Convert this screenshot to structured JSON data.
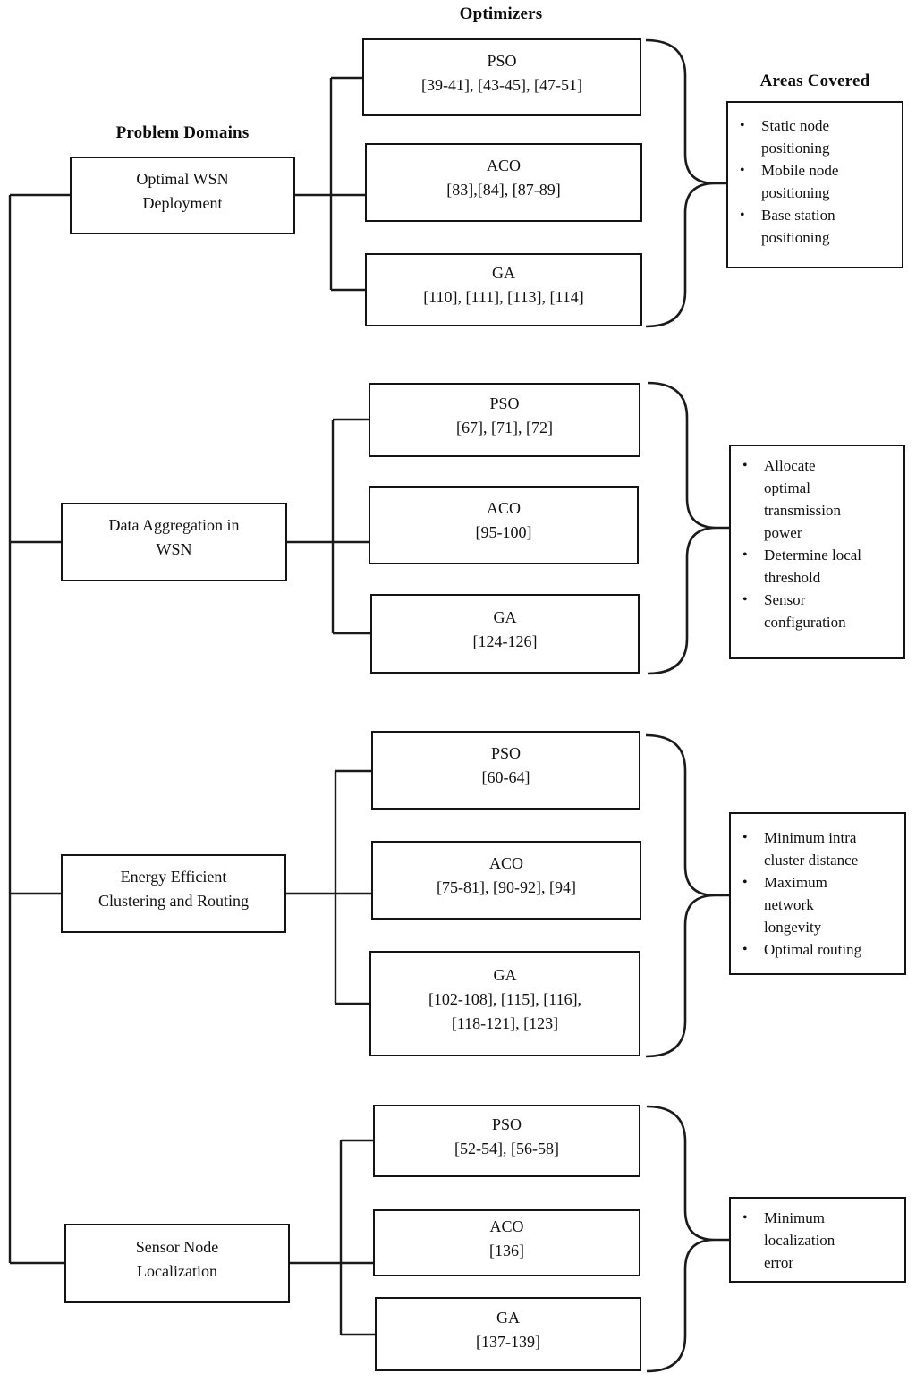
{
  "headers": {
    "optimizers": "Optimizers",
    "problem_domains": "Problem Domains",
    "areas_covered": "Areas Covered"
  },
  "colors": {
    "line": "#1a1a1a",
    "text": "#111111",
    "background": "#ffffff"
  },
  "groups": [
    {
      "domain": {
        "text": "Optimal WSN Deployment",
        "lines": [
          "Optimal WSN",
          "Deployment"
        ]
      },
      "optimizers": [
        {
          "name": "PSO",
          "refs": "[39-41], [43-45], [47-51]"
        },
        {
          "name": "ACO",
          "refs": "[83],[84], [87-89]"
        },
        {
          "name": "GA",
          "refs": "[110], [111], [113], [114]"
        }
      ],
      "areas": [
        {
          "text": "Static node positioning",
          "lines": [
            "Static node",
            "positioning"
          ]
        },
        {
          "text": "Mobile node positioning",
          "lines": [
            "Mobile node",
            "positioning"
          ]
        },
        {
          "text": "Base station positioning",
          "lines": [
            "Base station",
            "positioning"
          ]
        }
      ]
    },
    {
      "domain": {
        "text": "Data Aggregation in WSN",
        "lines": [
          "Data Aggregation in",
          "WSN"
        ]
      },
      "optimizers": [
        {
          "name": "PSO",
          "refs": "[67], [71], [72]"
        },
        {
          "name": "ACO",
          "refs": "[95-100]"
        },
        {
          "name": "GA",
          "refs": "[124-126]"
        }
      ],
      "areas": [
        {
          "text": "Allocate optimal transmission power",
          "lines": [
            "Allocate",
            "optimal",
            "transmission",
            "power"
          ]
        },
        {
          "text": "Determine local threshold",
          "lines": [
            "Determine local",
            "threshold"
          ]
        },
        {
          "text": "Sensor configuration",
          "lines": [
            "Sensor",
            "configuration"
          ]
        }
      ]
    },
    {
      "domain": {
        "text": "Energy Efficient Clustering and Routing",
        "lines": [
          "Energy Efficient",
          "Clustering and Routing"
        ]
      },
      "optimizers": [
        {
          "name": "PSO",
          "refs": "[60-64]"
        },
        {
          "name": "ACO",
          "refs": "[75-81], [90-92], [94]"
        },
        {
          "name": "GA",
          "refs": "[102-108], [115], [116], [118-121], [123]",
          "refs_lines": [
            "[102-108], [115], [116],",
            "[118-121], [123]"
          ]
        }
      ],
      "areas": [
        {
          "text": "Minimum intra cluster distance",
          "lines": [
            "Minimum intra",
            "cluster distance"
          ]
        },
        {
          "text": "Maximum network longevity",
          "lines": [
            "Maximum",
            "network",
            "longevity"
          ]
        },
        {
          "text": "Optimal routing",
          "lines": [
            "Optimal routing"
          ]
        }
      ]
    },
    {
      "domain": {
        "text": "Sensor Node Localization",
        "lines": [
          "Sensor Node",
          "Localization"
        ]
      },
      "optimizers": [
        {
          "name": "PSO",
          "refs": "[52-54], [56-58]"
        },
        {
          "name": "ACO",
          "refs": "[136]"
        },
        {
          "name": "GA",
          "refs": "[137-139]"
        }
      ],
      "areas": [
        {
          "text": "Minimum localization error",
          "lines": [
            "Minimum",
            "localization",
            "error"
          ]
        }
      ]
    }
  ]
}
